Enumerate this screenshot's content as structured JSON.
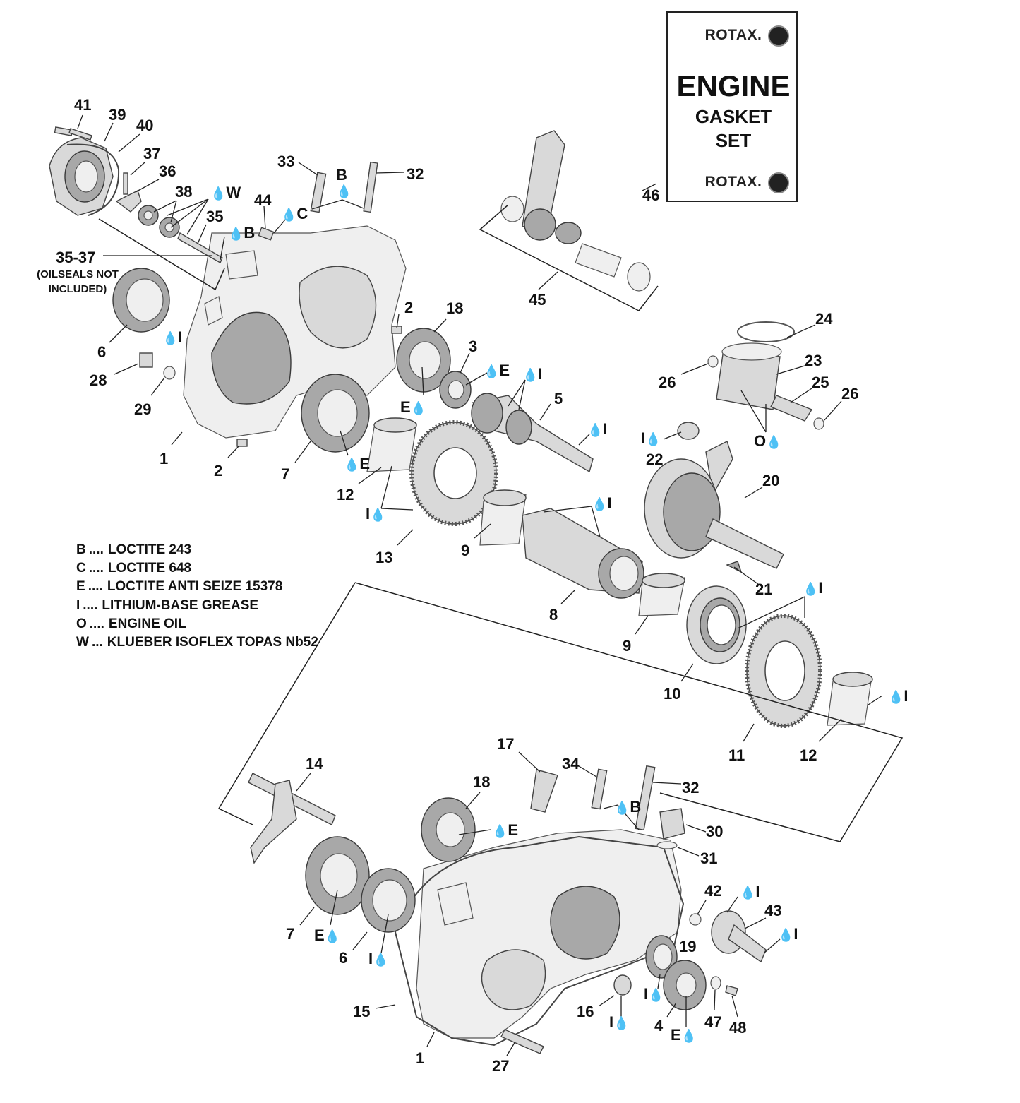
{
  "legend": [
    {
      "code": "B",
      "sep": "....",
      "text": "LOCTITE 243"
    },
    {
      "code": "C",
      "sep": "....",
      "text": "LOCTITE 648"
    },
    {
      "code": "E",
      "sep": "....",
      "text": "LOCTITE ANTI SEIZE 15378"
    },
    {
      "code": "I",
      "sep": "....",
      "text": "LITHIUM-BASE GREASE"
    },
    {
      "code": "O",
      "sep": "....",
      "text": "ENGINE OIL"
    },
    {
      "code": "W",
      "sep": "...",
      "text": "KLUEBER ISOFLEX TOPAS Nb52"
    }
  ],
  "gasket_kit": {
    "brand": "ROTAX.",
    "logo_icon": "brp-logo",
    "title": "ENGINE",
    "subtitle_1": "GASKET",
    "subtitle_2": "SET",
    "callout": "46"
  },
  "note": {
    "range": "35-37",
    "line1": "(OILSEALS NOT",
    "line2": "INCLUDED)"
  },
  "drop_icon": "💧",
  "callouts": {
    "c41": "41",
    "c39": "39",
    "c40": "40",
    "c37": "37",
    "c36": "36",
    "c38": "38",
    "c35": "35",
    "c33": "33",
    "c32a": "32",
    "c44": "44",
    "c6a": "6",
    "c28": "28",
    "c29": "29",
    "c1a": "1",
    "c2a": "2",
    "c2b": "2",
    "c7a": "7",
    "c18a": "18",
    "c3": "3",
    "c5": "5",
    "c12a": "12",
    "c13": "13",
    "c9a": "9",
    "c8": "8",
    "c9b": "9",
    "c45": "45",
    "c24": "24",
    "c23": "23",
    "c25": "25",
    "c26a": "26",
    "c26b": "26",
    "c22": "22",
    "c20": "20",
    "c21": "21",
    "c10": "10",
    "c11": "11",
    "c12b": "12",
    "c14": "14",
    "c17": "17",
    "c34": "34",
    "c32b": "32",
    "c18b": "18",
    "c30": "30",
    "c31": "31",
    "c7b": "7",
    "c6b": "6",
    "c42": "42",
    "c43": "43",
    "c19": "19",
    "c15": "15",
    "c16": "16",
    "c4": "4",
    "c47": "47",
    "c48": "48",
    "c1b": "1",
    "c27": "27"
  },
  "drops": {
    "d_w": "W",
    "d_b1": "B",
    "d_c": "C",
    "d_b2": "B",
    "d_i_6a": "I",
    "d_e_18a": "E",
    "d_e_3": "E",
    "d_i_5a": "I",
    "d_i_5b": "I",
    "d_e_7a": "E",
    "d_i_12a": "I",
    "d_i_8": "I",
    "d_i_22": "I",
    "d_o_23": "O",
    "d_i_10": "I",
    "d_i_12b": "I",
    "d_b3": "B",
    "d_e_18b": "E",
    "d_e_7b": "E",
    "d_i_6b": "I",
    "d_i_42": "I",
    "d_i_43": "I",
    "d_i_19": "I",
    "d_i_16": "I",
    "d_e_4": "E"
  }
}
